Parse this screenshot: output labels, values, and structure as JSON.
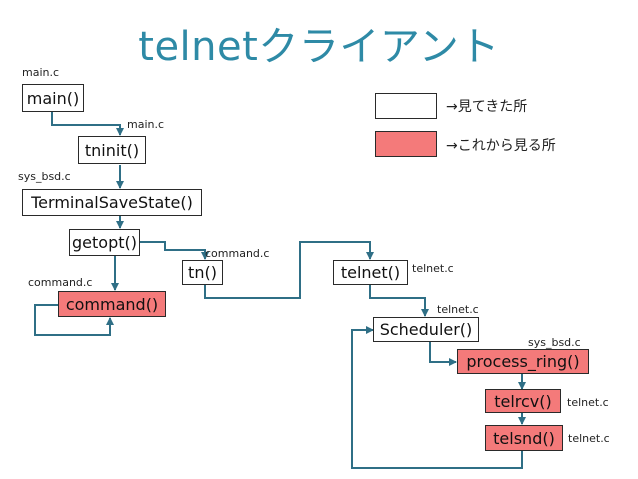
{
  "title": "telnetクライアント",
  "legend": {
    "seen": {
      "text": "→見てきた所",
      "color": "#ffffff"
    },
    "todo": {
      "text": "→これから見る所",
      "color": "#f47a7a"
    }
  },
  "colors": {
    "title": "#2e8aa6",
    "arrow": "#2f6f86",
    "todo_fill": "#f47a7a"
  },
  "nodes": {
    "main": {
      "label": "main()",
      "file": "main.c"
    },
    "tninit": {
      "label": "tninit()",
      "file": "main.c"
    },
    "terminal_save_state": {
      "label": "TerminalSaveState()",
      "file": "sys_bsd.c"
    },
    "getopt": {
      "label": "getopt()"
    },
    "command": {
      "label": "command()",
      "file": "command.c"
    },
    "tn": {
      "label": "tn()",
      "file": "command.c"
    },
    "telnet": {
      "label": "telnet()",
      "file": "telnet.c"
    },
    "scheduler": {
      "label": "Scheduler()",
      "file": "telnet.c"
    },
    "process_ring": {
      "label": "process_ring()",
      "file": "sys_bsd.c"
    },
    "telrcv": {
      "label": "telrcv()",
      "file": "telnet.c"
    },
    "telsnd": {
      "label": "telsnd()",
      "file": "telnet.c"
    }
  }
}
